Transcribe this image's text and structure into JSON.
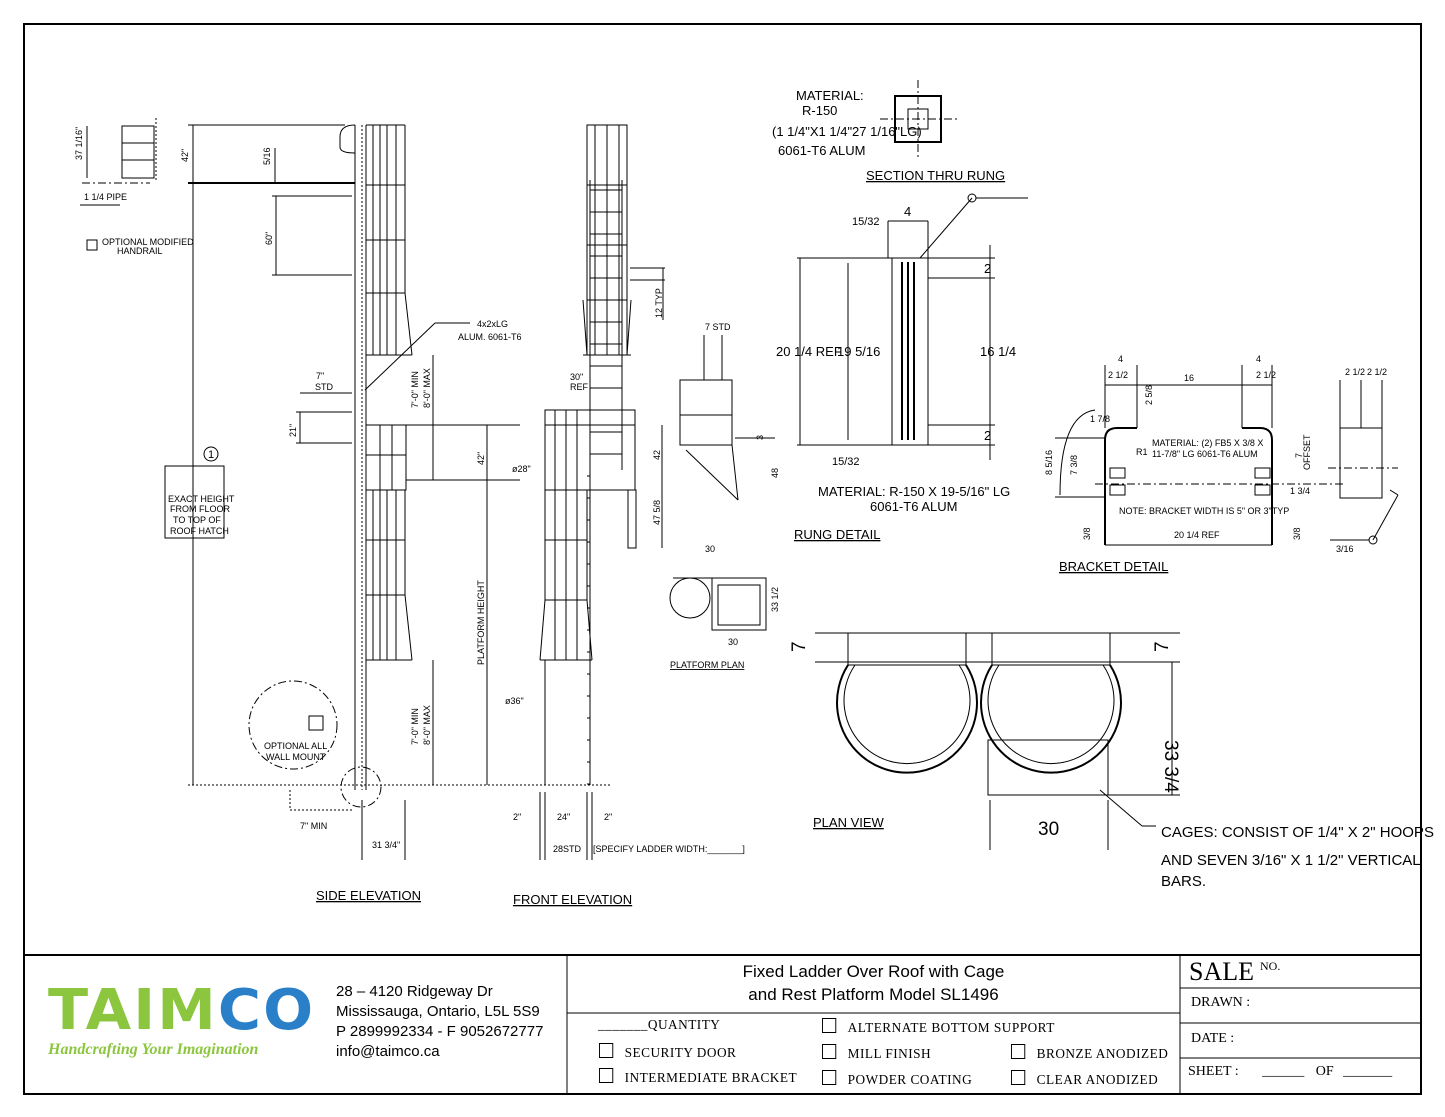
{
  "side_elevation": {
    "title": "SIDE ELEVATION",
    "handrail_height": "37 1/16\"",
    "pipe": "1 1/4 PIPE",
    "optional_handrail": [
      "OPTIONAL MODIFIED",
      "HANDRAIL"
    ],
    "top_42": "42\"",
    "offset_5_16": "5/16",
    "bracket_60": "60\"",
    "leader": [
      "4x2xLG",
      "ALUM. 6061-T6"
    ],
    "std_7": [
      "7\"",
      "STD"
    ],
    "spacing_21": "21\"",
    "cage_gap_upper": [
      "7'-0\" MIN",
      "8'-0\" MAX"
    ],
    "cage_gap_lower": [
      "7'-0\" MIN",
      "8'-0\" MAX"
    ],
    "platform_42": "42\"",
    "note_number": "1",
    "exact_height": [
      "EXACT HEIGHT",
      "FROM FLOOR",
      "TO TOP OF",
      "ROOF HATCH"
    ],
    "platform_height": "PLATFORM HEIGHT",
    "wall_mount": [
      "OPTIONAL ALL",
      "WALL MOUNT"
    ],
    "min_7": "7\" MIN",
    "depth": "31 3/4\""
  },
  "front_elevation": {
    "title": "FRONT ELEVATION",
    "typ_12": "12 TYP",
    "ref_30": [
      "30\"",
      "REF"
    ],
    "dia_28": "ø28\"",
    "dia_36": "ø36\"",
    "widths": [
      "2\"",
      "24\"",
      "2\""
    ],
    "std_28": "28STD",
    "specify": "[SPECIFY LADDER WIDTH:_______]",
    "std_7": "7 STD",
    "d42": "42",
    "d47": "47 5/8",
    "d48": "48",
    "d3": "3"
  },
  "platform_plan": {
    "title": "PLATFORM PLAN",
    "w_top": "30",
    "w_bottom": "30",
    "depth": "33 1/2"
  },
  "section_rung": {
    "material": [
      "MATERIAL:",
      "R-150",
      "(1 1/4\"X1 1/4\"27 1/16\"LG)",
      "6061-T6 ALUM"
    ],
    "title": "SECTION THRU RUNG"
  },
  "rung_detail": {
    "title": "RUNG DETAIL",
    "d4": "4",
    "d15_32_top": "15/32",
    "d15_32_bot": "15/32",
    "d2_top": "2",
    "d2_bot": "2",
    "ref": "20 1/4  REF",
    "d19": "19 5/16",
    "d16": "16 1/4",
    "material": [
      "MATERIAL: R-150 X 19-5/16\" LG",
      "6061-T6 ALUM"
    ]
  },
  "bracket_detail": {
    "title": "BRACKET DETAIL",
    "d4a": "4",
    "d4b": "4",
    "d2_5a": "2 1/2",
    "d2_5b": "2 1/2",
    "d2_5c": "2 1/2",
    "d2_5d": "2 1/2",
    "d16": "16",
    "d2_58": "2 5/8",
    "d1_78": "1 7/8",
    "r1": "R1",
    "material": [
      "MATERIAL: (2) FB5 X 3/8 X",
      "11-7/8\" LG 6061-T6 ALUM"
    ],
    "d8_516": "8 5/16",
    "d7_38": "7 3/8",
    "offset": [
      "7",
      "OFFSET"
    ],
    "d1_34": "1 3/4",
    "note": "NOTE: BRACKET WIDTH IS 5\" OR 3\"TYP",
    "d3_8a": "3/8",
    "d3_8b": "3/8",
    "ref": "20 1/4  REF",
    "d3_16": "3/16"
  },
  "plan_view": {
    "title": "PLAN VIEW",
    "d7a": "7",
    "d7b": "7",
    "d33": "33 3/4",
    "d30": "30",
    "cages_note": [
      "CAGES: CONSIST OF 1/4\" X 2\" HOOPS",
      "AND SEVEN 3/16\" X 1 1/2\" VERTICAL",
      "BARS."
    ]
  },
  "title_block": {
    "logo_text": "TAIMCO",
    "logo_tagline": "Handcrafting Your Imagination",
    "address": [
      "28 – 4120 Ridgeway Dr",
      "Mississauga, Ontario, L5L 5S9",
      "P 2899992334 - F 9052672777",
      "info@taimco.ca"
    ],
    "title_line1": "Fixed Ladder Over Roof  with Cage",
    "title_line2": "and Rest Platform Model SL1496",
    "quantity": "_______QUANTITY",
    "options": {
      "security_door": "SECURITY DOOR",
      "intermediate_bracket": "INTERMEDIATE BRACKET",
      "alternate_bottom_support": "ALTERNATE BOTTOM SUPPORT",
      "mill_finish": "MILL FINISH",
      "powder_coating": "POWDER COATING",
      "bronze_anodized": "BRONZE ANODIZED",
      "clear_anodized": "CLEAR ANODIZED"
    },
    "sale": "SALE",
    "sale_no": "NO.",
    "drawn": "DRAWN :",
    "date": "DATE :",
    "sheet": "SHEET :",
    "sheet_blank1": "______",
    "of": "OF",
    "sheet_blank2": "_______"
  },
  "colors": {
    "logo_green": "#8cc63f",
    "logo_blue": "#2a7fc9"
  }
}
